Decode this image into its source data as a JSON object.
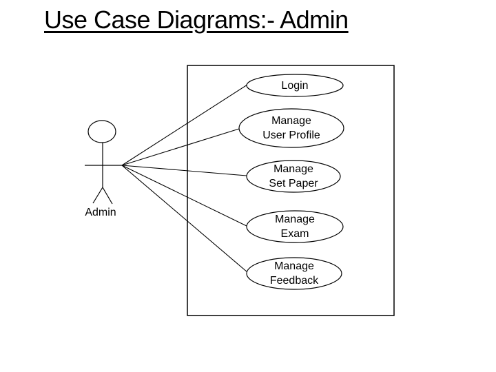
{
  "slide": {
    "title": "Use Case Diagrams:- Admin"
  },
  "diagram": {
    "type": "uml-use-case",
    "actor": {
      "label": "Admin"
    },
    "use_cases": [
      {
        "label": "Login",
        "lines": [
          "Login",
          null
        ]
      },
      {
        "label": "Manage User Profile",
        "lines": [
          "Manage",
          "User Profile"
        ]
      },
      {
        "label": "Manage Set Paper",
        "lines": [
          "Manage",
          "Set Paper"
        ]
      },
      {
        "label": "Manage Exam",
        "lines": [
          "Manage",
          "Exam"
        ]
      },
      {
        "label": "Manage Feedback",
        "lines": [
          "Manage",
          "Feedback"
        ]
      }
    ],
    "connections": [
      {
        "from": "Admin",
        "to": "Login"
      },
      {
        "from": "Admin",
        "to": "Manage User Profile"
      },
      {
        "from": "Admin",
        "to": "Manage Set Paper"
      },
      {
        "from": "Admin",
        "to": "Manage Exam"
      },
      {
        "from": "Admin",
        "to": "Manage Feedback"
      }
    ],
    "colors": {
      "stroke": "#000000",
      "text": "#000000",
      "background": "#ffffff"
    }
  }
}
